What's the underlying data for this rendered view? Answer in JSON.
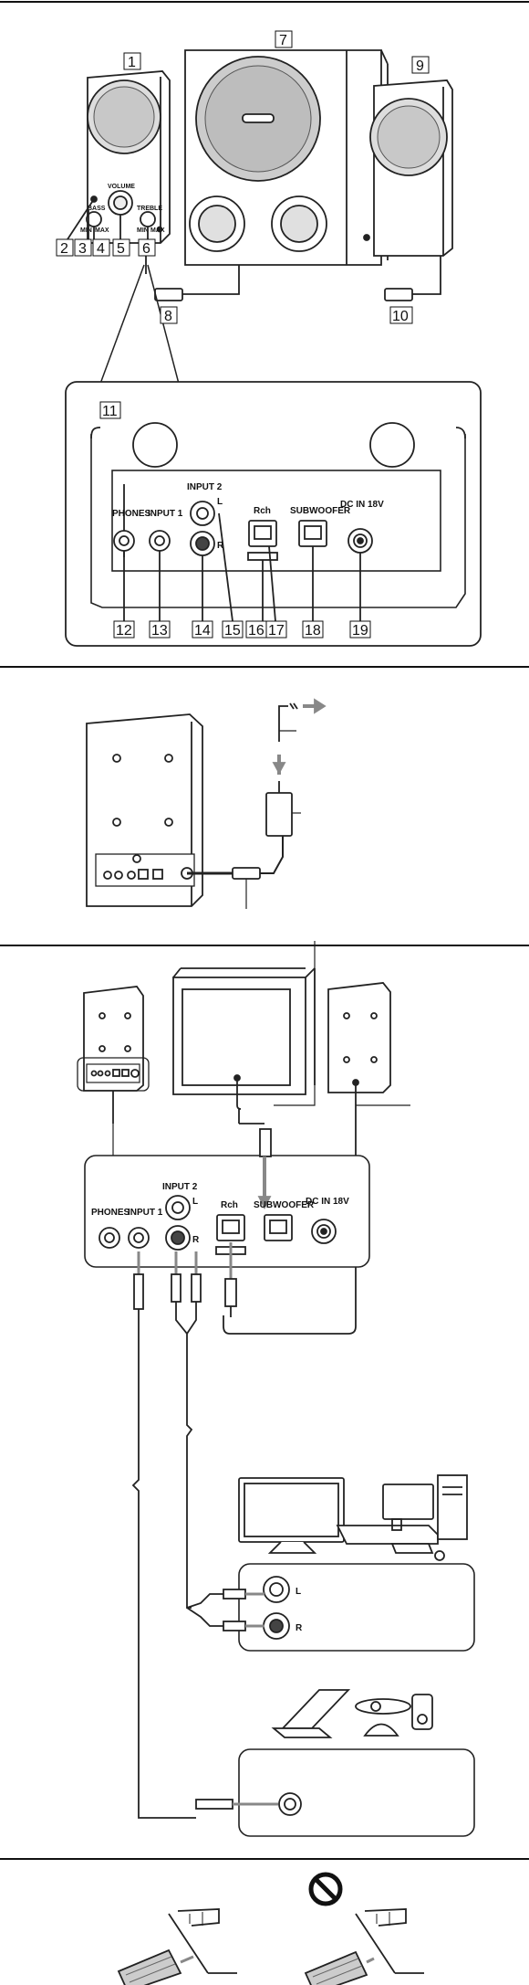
{
  "callouts": {
    "n1": "1",
    "n2": "2",
    "n3": "3",
    "n4": "4",
    "n5": "5",
    "n6": "6",
    "n7": "7",
    "n8": "8",
    "n9": "9",
    "n10": "10",
    "n11": "11",
    "n12": "12",
    "n13": "13",
    "n14": "14",
    "n15": "15",
    "n16": "16",
    "n17": "17",
    "n18": "18",
    "n19": "19"
  },
  "panel_labels": {
    "input2": "INPUT 2",
    "l": "L",
    "r": "R",
    "phones": "PHONES",
    "input1": "INPUT 1",
    "rch": "Rch",
    "subwoofer": "SUBWOOFER",
    "dcin": "DC IN 18V"
  },
  "front_labels": {
    "volume": "VOLUME",
    "bass": "BASS",
    "treble": "TREBLE",
    "min": "MIN",
    "max": "MAX"
  },
  "icons": {
    "prohibited": "prohibited-icon",
    "arrow": "arrow-right-icon"
  }
}
